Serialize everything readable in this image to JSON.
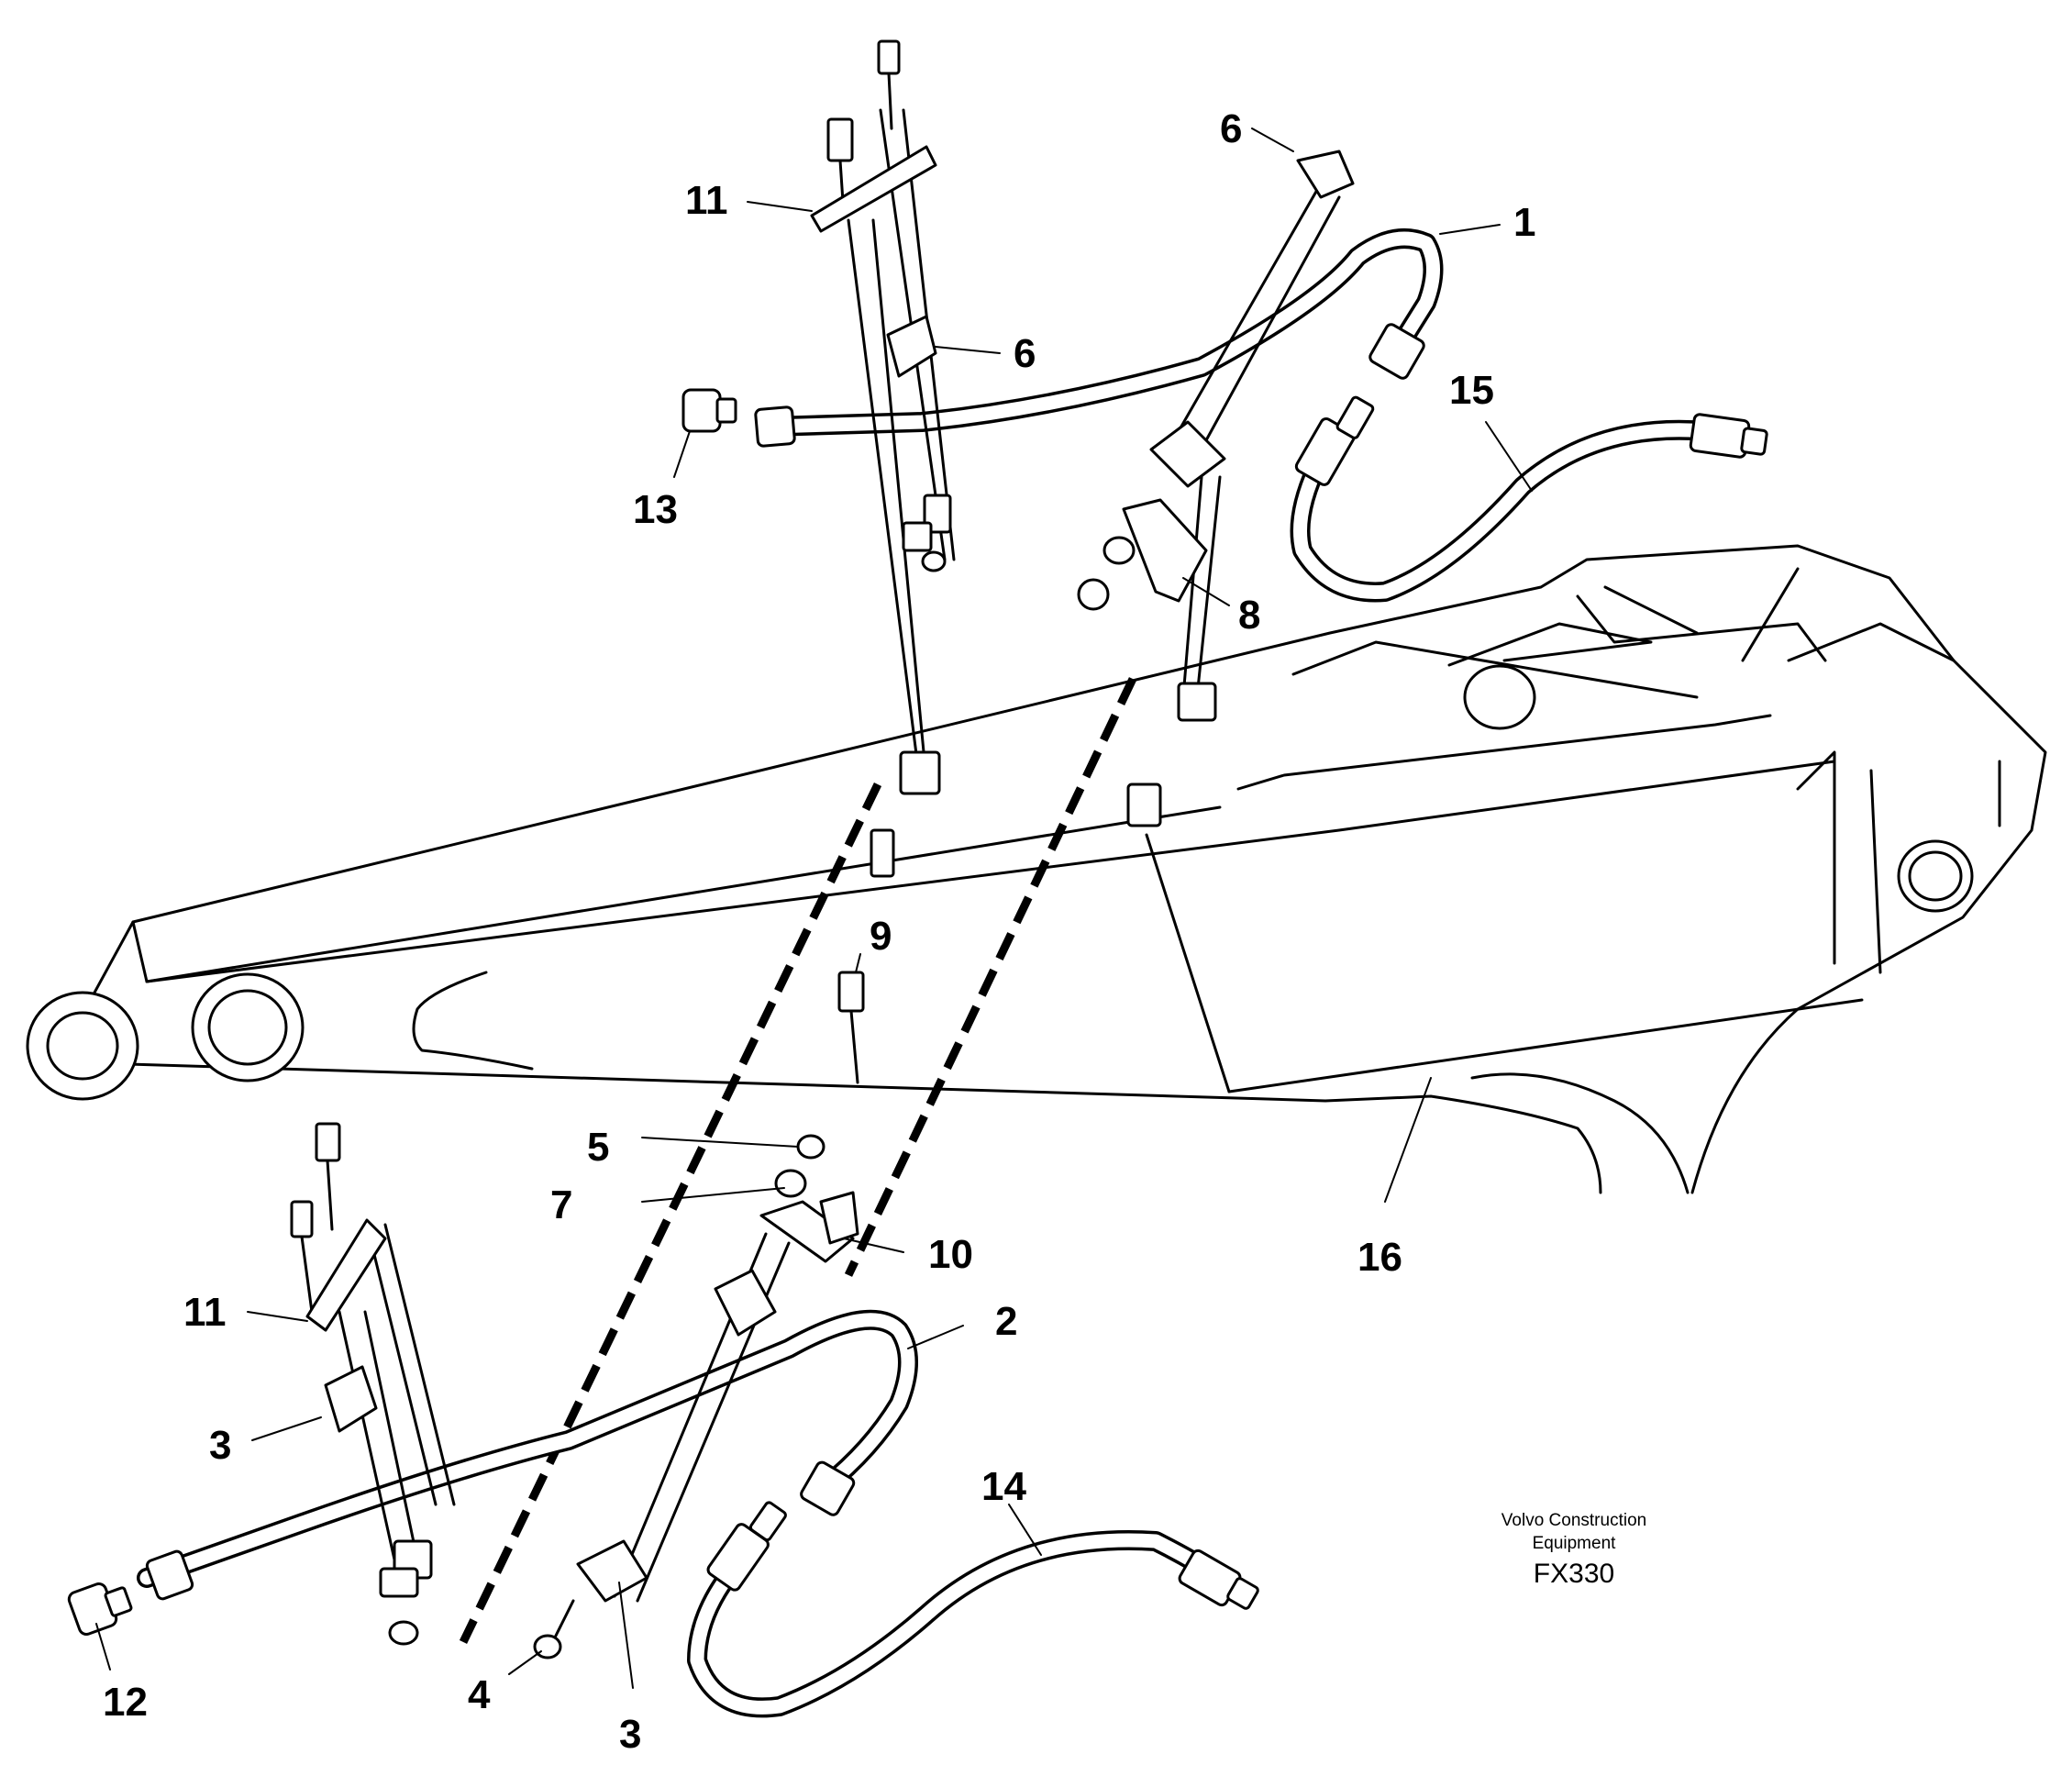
{
  "labels": {
    "c1": "1",
    "c2": "2",
    "c3a": "3",
    "c3b": "3",
    "c4": "4",
    "c5": "5",
    "c6a": "6",
    "c6b": "6",
    "c7": "7",
    "c8": "8",
    "c9": "9",
    "c10": "10",
    "c11a": "11",
    "c11b": "11",
    "c12": "12",
    "c13": "13",
    "c14": "14",
    "c15": "15",
    "c16": "16"
  },
  "credit": {
    "line1": "Volvo Construction",
    "line2": "Equipment",
    "code": "FX330"
  }
}
